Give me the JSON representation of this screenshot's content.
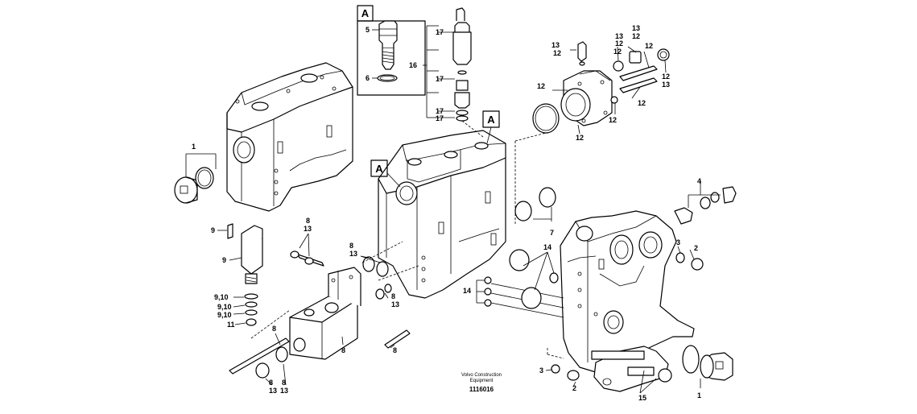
{
  "diagram": {
    "detail_box_letter": "A",
    "callout_letters": [
      "A",
      "A"
    ],
    "credit_line1": "Volvo Construction",
    "credit_line2": "Equipment",
    "drawing_number": "1116016",
    "labels": [
      {
        "id": "l1",
        "text": "1"
      },
      {
        "id": "l2",
        "text": "1"
      },
      {
        "id": "l3",
        "text": "2"
      },
      {
        "id": "l4",
        "text": "2"
      },
      {
        "id": "l5",
        "text": "3"
      },
      {
        "id": "l6",
        "text": "3"
      },
      {
        "id": "l7",
        "text": "4"
      },
      {
        "id": "l8",
        "text": "5"
      },
      {
        "id": "l9",
        "text": "6"
      },
      {
        "id": "l10",
        "text": "7"
      },
      {
        "id": "l11",
        "text": "8"
      },
      {
        "id": "l12",
        "text": "13"
      },
      {
        "id": "l13",
        "text": "8"
      },
      {
        "id": "l14",
        "text": "13"
      },
      {
        "id": "l15",
        "text": "8"
      },
      {
        "id": "l16",
        "text": "13"
      },
      {
        "id": "l17",
        "text": "8"
      },
      {
        "id": "l18",
        "text": "8"
      },
      {
        "id": "l19",
        "text": "8"
      },
      {
        "id": "l20",
        "text": "13"
      },
      {
        "id": "l21",
        "text": "8"
      },
      {
        "id": "l22",
        "text": "13"
      },
      {
        "id": "l23",
        "text": "8"
      },
      {
        "id": "l24",
        "text": "9"
      },
      {
        "id": "l25",
        "text": "9"
      },
      {
        "id": "l26",
        "text": "9,10"
      },
      {
        "id": "l27",
        "text": "9,10"
      },
      {
        "id": "l28",
        "text": "9,10"
      },
      {
        "id": "l29",
        "text": "11"
      },
      {
        "id": "l30",
        "text": "12"
      },
      {
        "id": "l31",
        "text": "12"
      },
      {
        "id": "l32",
        "text": "12"
      },
      {
        "id": "l33",
        "text": "12"
      },
      {
        "id": "l34",
        "text": "12"
      },
      {
        "id": "l35",
        "text": "12"
      },
      {
        "id": "l36",
        "text": "13"
      },
      {
        "id": "l37",
        "text": "12"
      },
      {
        "id": "l38",
        "text": "13"
      },
      {
        "id": "l39",
        "text": "12"
      },
      {
        "id": "l40",
        "text": "13"
      },
      {
        "id": "l41",
        "text": "12"
      },
      {
        "id": "l42",
        "text": "13"
      },
      {
        "id": "l43",
        "text": "12"
      },
      {
        "id": "l44",
        "text": "14"
      },
      {
        "id": "l45",
        "text": "14"
      },
      {
        "id": "l46",
        "text": "15"
      },
      {
        "id": "l47",
        "text": "16"
      },
      {
        "id": "l48",
        "text": "17"
      },
      {
        "id": "l49",
        "text": "17"
      },
      {
        "id": "l50",
        "text": "17"
      },
      {
        "id": "l51",
        "text": "17"
      }
    ]
  }
}
